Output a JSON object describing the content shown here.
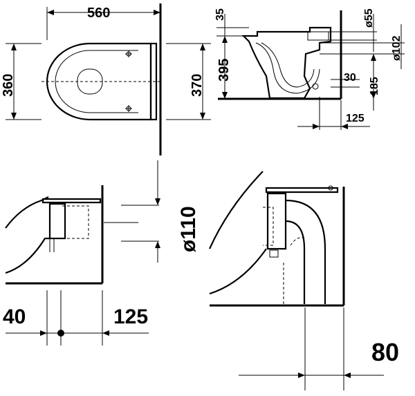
{
  "views": {
    "top_view": {
      "width_label": "560",
      "depth_left_label": "360",
      "depth_right_label": "370"
    },
    "side_view": {
      "top_offset_label": "35",
      "height_label": "395",
      "inlet_diameter_label": "ø55",
      "outlet_diameter_label": "ø102",
      "outlet_offset_label": "30",
      "outlet_height_label": "185",
      "outlet_wall_label": "125"
    },
    "horizontal_outlet_detail": {
      "wall_left_label": "40",
      "wall_right_label": "125",
      "pipe_diameter_label": "ø110"
    },
    "vertical_outlet_detail": {
      "outlet_distance_label": "80"
    }
  },
  "colors": {
    "line": "#000000",
    "background": "#ffffff"
  }
}
